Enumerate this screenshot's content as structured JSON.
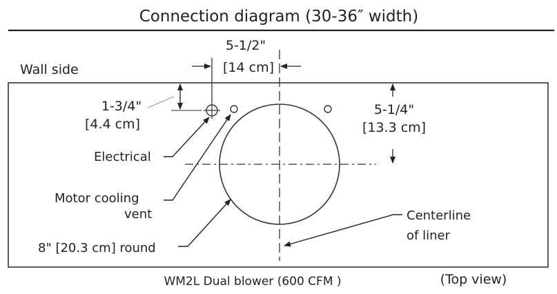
{
  "title": "Connection diagram (30-36″  width)",
  "wall_side": "Wall side",
  "dim_width": {
    "imperial": "5-1/2\"",
    "metric": "[14 cm]"
  },
  "dim_top": {
    "imperial": "1-3/4\"",
    "metric": "[4.4 cm]"
  },
  "dim_right": {
    "imperial": "5-1/4\"",
    "metric": "[13.3 cm]"
  },
  "callouts": {
    "electrical": "Electrical",
    "motor_line1": "Motor cooling",
    "motor_line2": "vent",
    "round": "8\" [20.3 cm] round",
    "centerline_line1": "Centerline",
    "centerline_line2": "of liner"
  },
  "footer": {
    "model": "WM2L Dual blower (600 CFM )",
    "view": "(Top view)"
  }
}
